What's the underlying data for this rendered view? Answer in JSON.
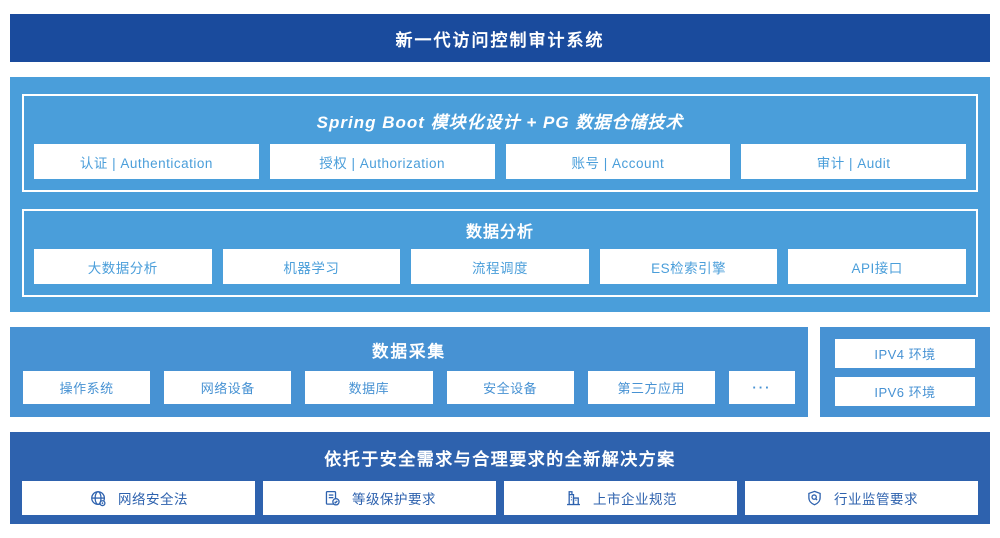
{
  "colors": {
    "banner_blue": "#1A4B9D",
    "platform_blue": "#4A9EDA",
    "collect_blue": "#4792D3",
    "solution_blue": "#2E62AE",
    "chip_bg": "#ffffff"
  },
  "banner": {
    "title": "新一代访问控制审计系统"
  },
  "platform": {
    "modules": {
      "title": "Spring Boot 模块化设计 + PG 数据仓储技术",
      "items": [
        "认证 | Authentication",
        "授权 | Authorization",
        "账号 | Account",
        "审计 | Audit"
      ]
    },
    "analysis": {
      "title": "数据分析",
      "items": [
        "大数据分析",
        "机器学习",
        "流程调度",
        "ES检索引擎",
        "API接口"
      ]
    }
  },
  "collection": {
    "title": "数据采集",
    "items": [
      "操作系统",
      "网络设备",
      "数据库",
      "安全设备",
      "第三方应用",
      "···"
    ]
  },
  "environment": {
    "items": [
      "IPV4 环境",
      "IPV6 环境"
    ]
  },
  "solution": {
    "title": "依托于安全需求与合理要求的全新解决方案",
    "items": [
      {
        "icon": "globe-icon",
        "label": "网络安全法"
      },
      {
        "icon": "document-check-icon",
        "label": "等级保护要求"
      },
      {
        "icon": "building-icon",
        "label": "上市企业规范"
      },
      {
        "icon": "shield-search-icon",
        "label": "行业监管要求"
      }
    ]
  }
}
